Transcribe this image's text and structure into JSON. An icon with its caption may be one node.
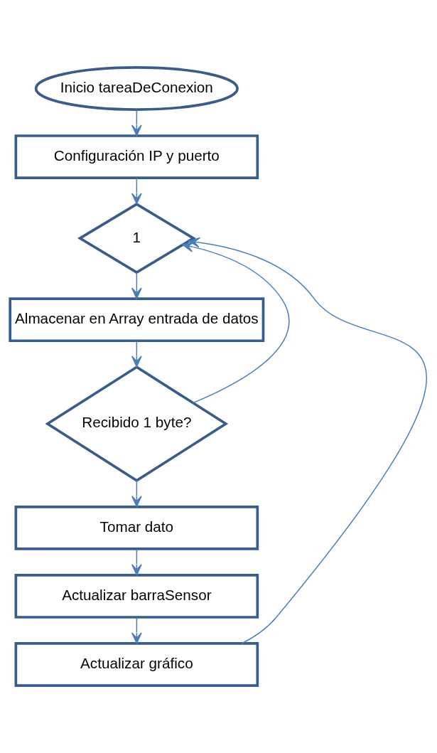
{
  "diagram": {
    "nodes": [
      {
        "text": [
          "Inicio tareaDeConexion"
        ]
      },
      {
        "text": [
          "Configuración IP y puerto"
        ]
      },
      {
        "text": [
          "1"
        ]
      },
      {
        "text": [
          "Almacenar en Array entrada de datos"
        ]
      },
      {
        "text": [
          "Recibido 1 byte?"
        ]
      },
      {
        "text": [
          "Tomar dato"
        ]
      },
      {
        "text": [
          "Actualizar barraSensor"
        ]
      },
      {
        "text": [
          "Actualizar gráfico"
        ]
      }
    ],
    "edges": [
      {
        "from": 0,
        "to": 1,
        "arrow": "to"
      },
      {
        "from": 1,
        "to": 2,
        "arrow": "to"
      },
      {
        "from": 2,
        "to": 3,
        "arrow": "to"
      },
      {
        "from": 3,
        "to": 4,
        "arrow": "to"
      },
      {
        "from": 4,
        "to": 2,
        "arrow": "to"
      },
      {
        "from": 4,
        "to": 5,
        "arrow": "to"
      },
      {
        "from": 5,
        "to": 6,
        "arrow": "to"
      },
      {
        "from": 6,
        "to": 7,
        "arrow": "to"
      },
      {
        "from": 7,
        "to": 2,
        "arrow": "to"
      }
    ]
  }
}
